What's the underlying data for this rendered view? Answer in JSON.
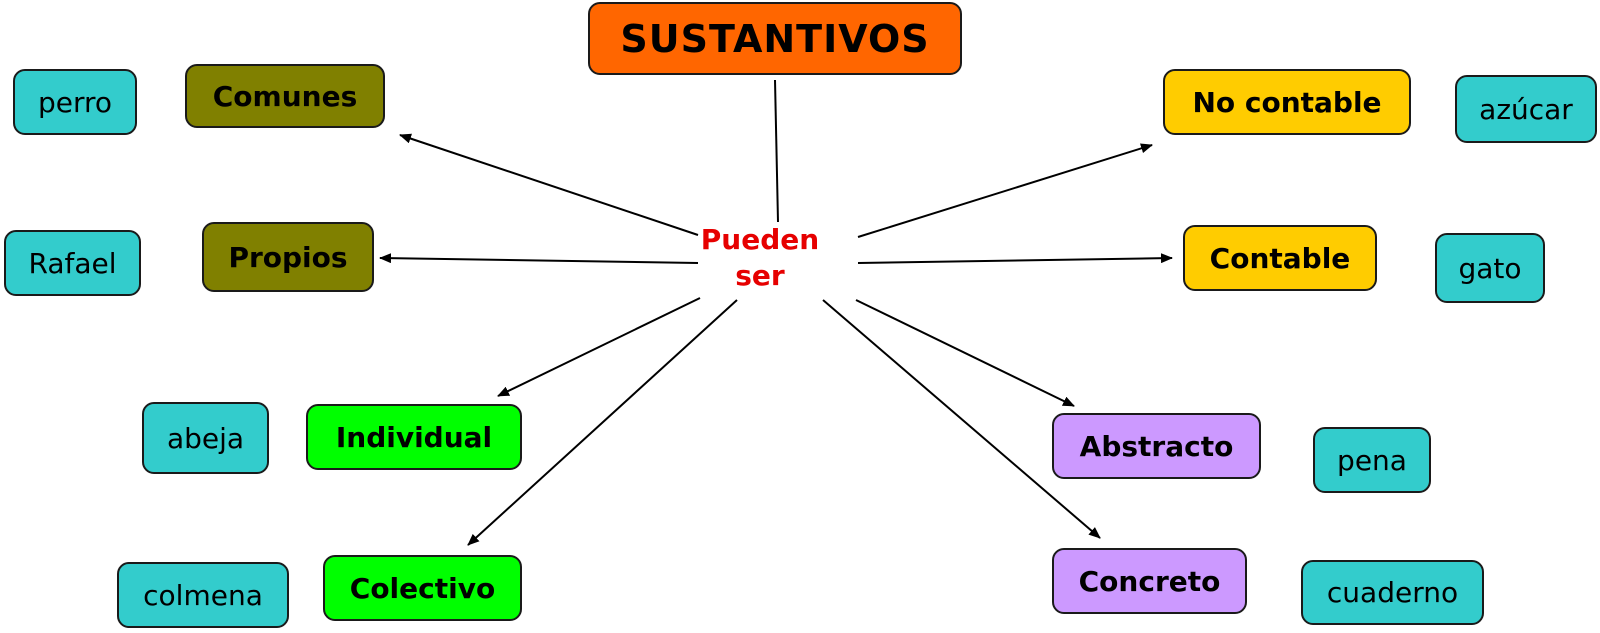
{
  "title": "SUSTANTIVOS",
  "linking_phrase": {
    "line1": "Pueden",
    "line2": "ser"
  },
  "categories": {
    "comunes": "Comunes",
    "propios": "Propios",
    "individual": "Individual",
    "colectivo": "Colectivo",
    "no_contable": "No contable",
    "contable": "Contable",
    "abstracto": "Abstracto",
    "concreto": "Concreto"
  },
  "examples": {
    "comunes": "perro",
    "propios": "Rafael",
    "individual": "abeja",
    "colectivo": "colmena",
    "no_contable": "azúcar",
    "contable": "gato",
    "abstracto": "pena",
    "concreto": "cuaderno"
  },
  "colors": {
    "title": "#ff6600",
    "comunes_propios": "#808000",
    "contable": "#ffcc00",
    "individual_colectivo": "#00ff00",
    "abstracto_concreto": "#cc99ff",
    "examples": "#33cccc",
    "linking_phrase": "#e60000"
  }
}
